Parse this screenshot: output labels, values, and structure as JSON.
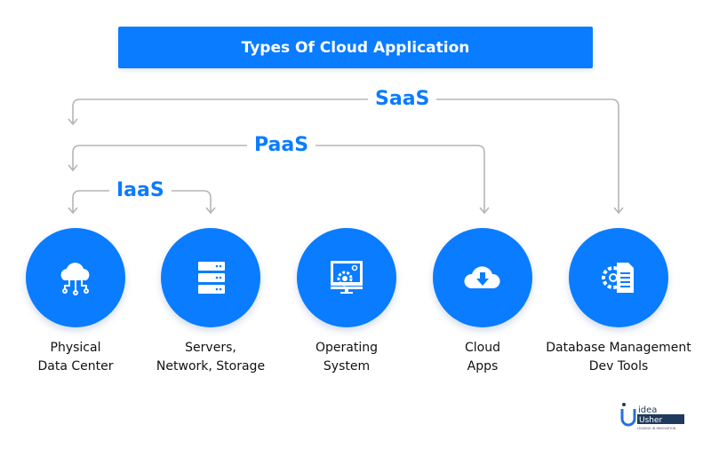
{
  "title": "Types Of Cloud Application",
  "accent_color": "#0a7cff",
  "tiers": [
    {
      "label": "SaaS"
    },
    {
      "label": "PaaS"
    },
    {
      "label": "IaaS"
    }
  ],
  "items": [
    {
      "icon": "cloud-network-icon",
      "line1": "Physical",
      "line2": "Data Center"
    },
    {
      "icon": "server-stack-icon",
      "line1": "Servers,",
      "line2": "Network, Storage"
    },
    {
      "icon": "monitor-gear-icon",
      "line1": "Operating",
      "line2": "System"
    },
    {
      "icon": "cloud-download-icon",
      "line1": "Cloud",
      "line2": "Apps"
    },
    {
      "icon": "gear-document-icon",
      "line1": "Database Management",
      "line2": "Dev Tools"
    }
  ],
  "logo": {
    "text": "Idea Usher",
    "tagline": "LEADING IN INNOVATION"
  }
}
